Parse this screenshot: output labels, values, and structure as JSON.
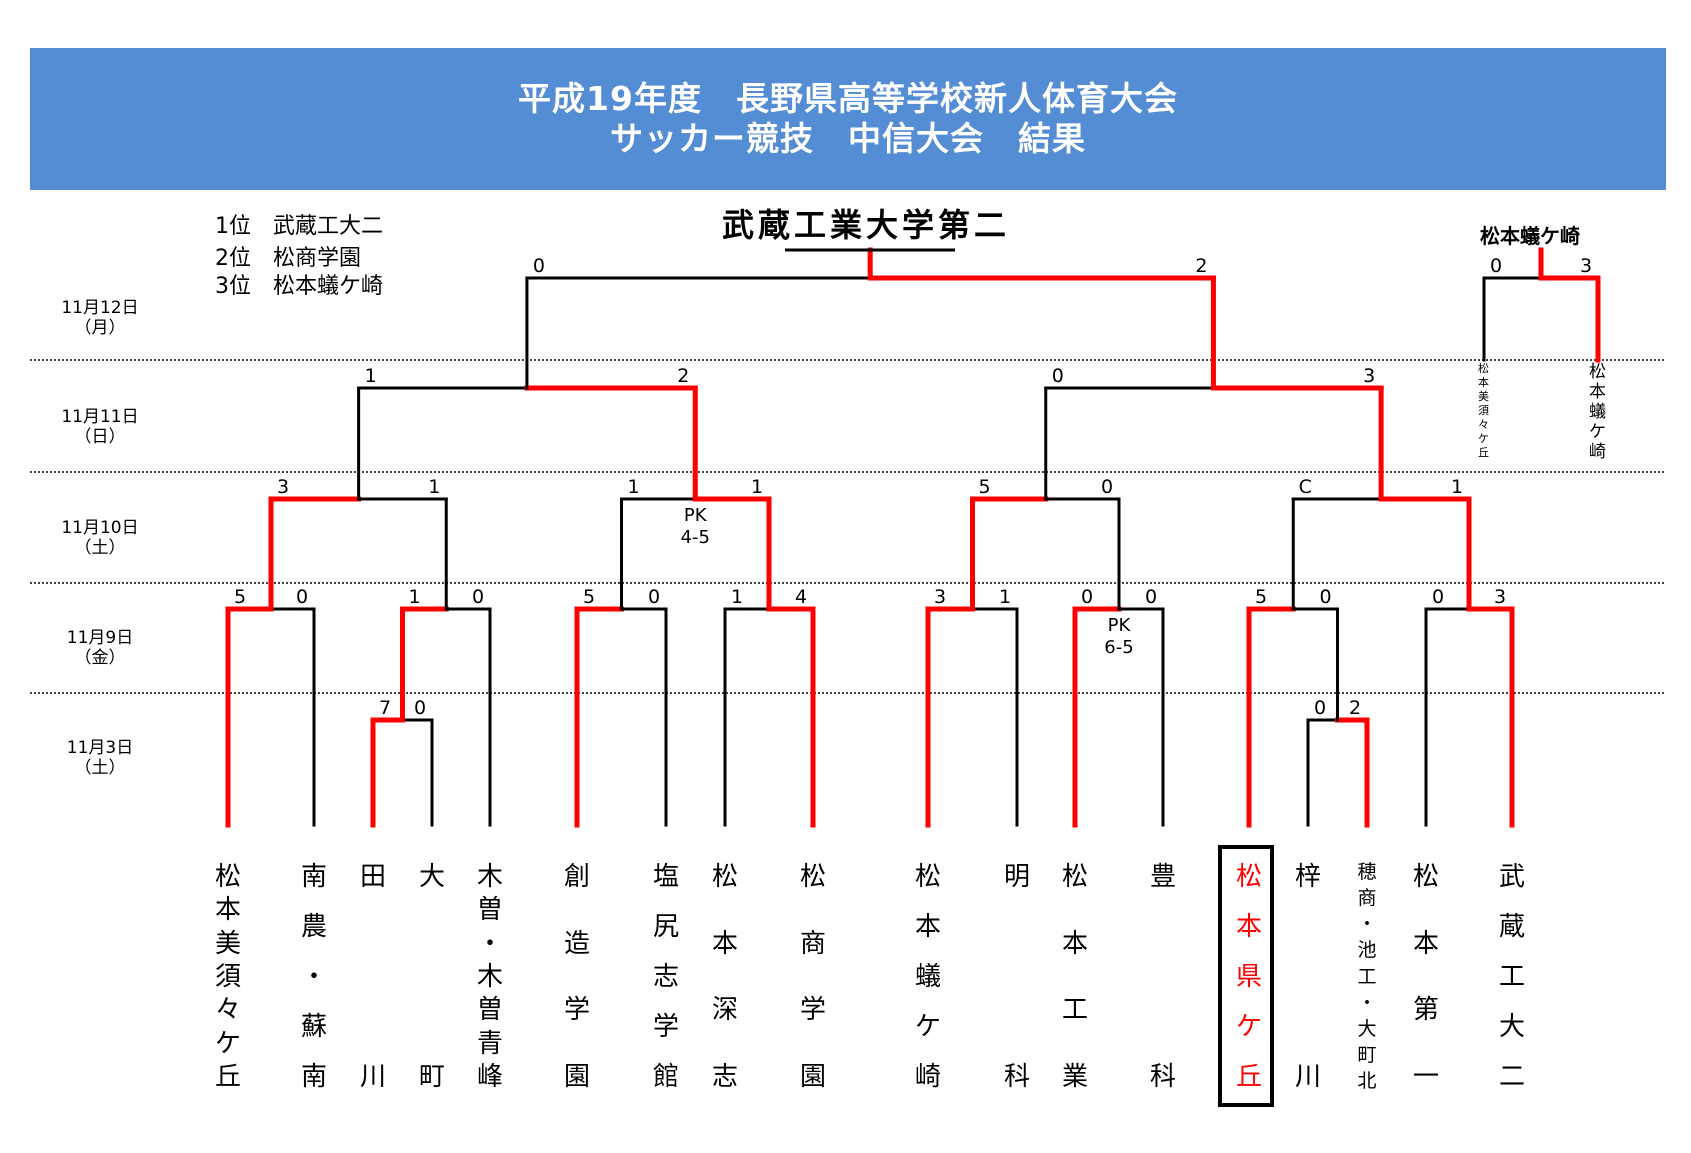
{
  "title": {
    "line1": "平成19年度　長野県高等学校新人体育大会",
    "line2": "サッカー競技　中信大会　結果"
  },
  "rankings": [
    {
      "place": "1位",
      "team": "武蔵工大二"
    },
    {
      "place": "2位",
      "team": "松商学園"
    },
    {
      "place": "3位",
      "team": "松本蟻ケ崎"
    }
  ],
  "champion": "武蔵工業大学第二",
  "third_place": {
    "winner": "松本蟻ケ崎",
    "left_team": "松本美須々ケ丘",
    "right_team": "松本蟻ケ崎",
    "left_score": "0",
    "right_score": "3"
  },
  "dates": [
    {
      "date": "11月12日",
      "weekday": "（月）"
    },
    {
      "date": "11月11日",
      "weekday": "（日）"
    },
    {
      "date": "11月10日",
      "weekday": "（土）"
    },
    {
      "date": "11月9日",
      "weekday": "（金）"
    },
    {
      "date": "11月3日",
      "weekday": "（土）"
    }
  ],
  "teams": [
    "松本美須々ケ丘",
    "南農・蘇南",
    "田川",
    "大町",
    "木曽・木曽青峰",
    "創造学園",
    "塩尻志学館",
    "松本深志",
    "松商学園",
    "松本蟻ケ崎",
    "明科",
    "松本工業",
    "豊科",
    "松本県ケ丘",
    "梓川",
    "穂商・池工・大町北",
    "松本第一",
    "武蔵工大二"
  ],
  "scores": {
    "r1": [
      {
        "left": "7",
        "right": "0"
      },
      {
        "left": "0",
        "right": "2"
      }
    ],
    "r2": [
      {
        "left": "5",
        "right": "0"
      },
      {
        "left": "1",
        "right": "0"
      },
      {
        "left": "5",
        "right": "0"
      },
      {
        "left": "1",
        "right": "4"
      },
      {
        "left": "3",
        "right": "1"
      },
      {
        "left": "0",
        "right": "0",
        "pk": "PK\n6-5"
      },
      {
        "left": "5",
        "right": "0"
      },
      {
        "left": "0",
        "right": "3"
      }
    ],
    "r3": [
      {
        "left": "3",
        "right": "1"
      },
      {
        "left": "1",
        "right": "1",
        "pk": "PK\n4-5"
      },
      {
        "left": "5",
        "right": "0"
      },
      {
        "left": "C",
        "right": "1"
      }
    ],
    "sf": [
      {
        "left": "1",
        "right": "2"
      },
      {
        "left": "0",
        "right": "3"
      }
    ],
    "final": {
      "left": "0",
      "right": "2"
    }
  },
  "colors": {
    "header_bg": "#548dd4",
    "winner_line": "#ff0000",
    "line": "#000000",
    "highlight_team": "#ff0000"
  }
}
